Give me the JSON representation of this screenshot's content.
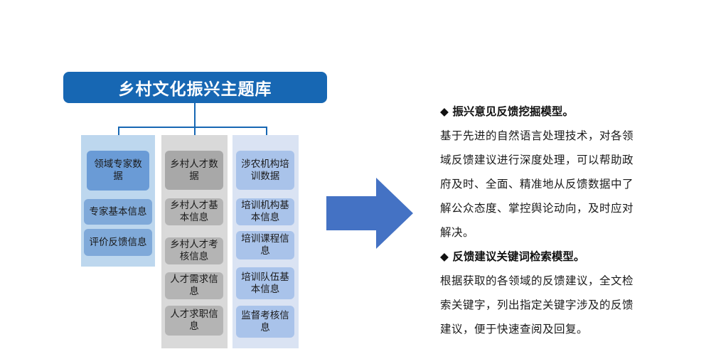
{
  "title": "乡村文化振兴主题库",
  "columns": [
    {
      "items": [
        "领域专家数据",
        "专家基本信息",
        "评价反馈信息"
      ]
    },
    {
      "items": [
        "乡村人才数据",
        "乡村人才基本信息",
        "乡村人才考核信息",
        "人才需求信息",
        "人才求职信息"
      ]
    },
    {
      "items": [
        "涉农机构培训数据",
        "培训机构基本信息",
        "培训课程信息",
        "培训队伍基本信息",
        "监督考核信息"
      ]
    }
  ],
  "sections": [
    {
      "heading": "◆ 振兴意见反馈挖掘模型。",
      "lines": [
        "基于先进的自然语言处理技术，对各领",
        "域反馈建议进行深度处理，可以帮助政",
        "府及时、全面、精准地从反馈数据中了",
        "解公众态度、掌控舆论动向，及时应对",
        "解决。"
      ]
    },
    {
      "heading": "◆ 反馈建议关键词检索模型。",
      "lines": [
        "根据获取的各领域的反馈建议，全文检",
        "索关键字，列出指定关键字涉及的反馈",
        "建议，便于快速查阅及回复。"
      ]
    }
  ],
  "colors": {
    "title_bg": "#1767b3",
    "arrow": "#4472c4",
    "panel1": "#bdd7ee",
    "panel2": "#d9d9d9",
    "panel3": "#dae3f3"
  }
}
